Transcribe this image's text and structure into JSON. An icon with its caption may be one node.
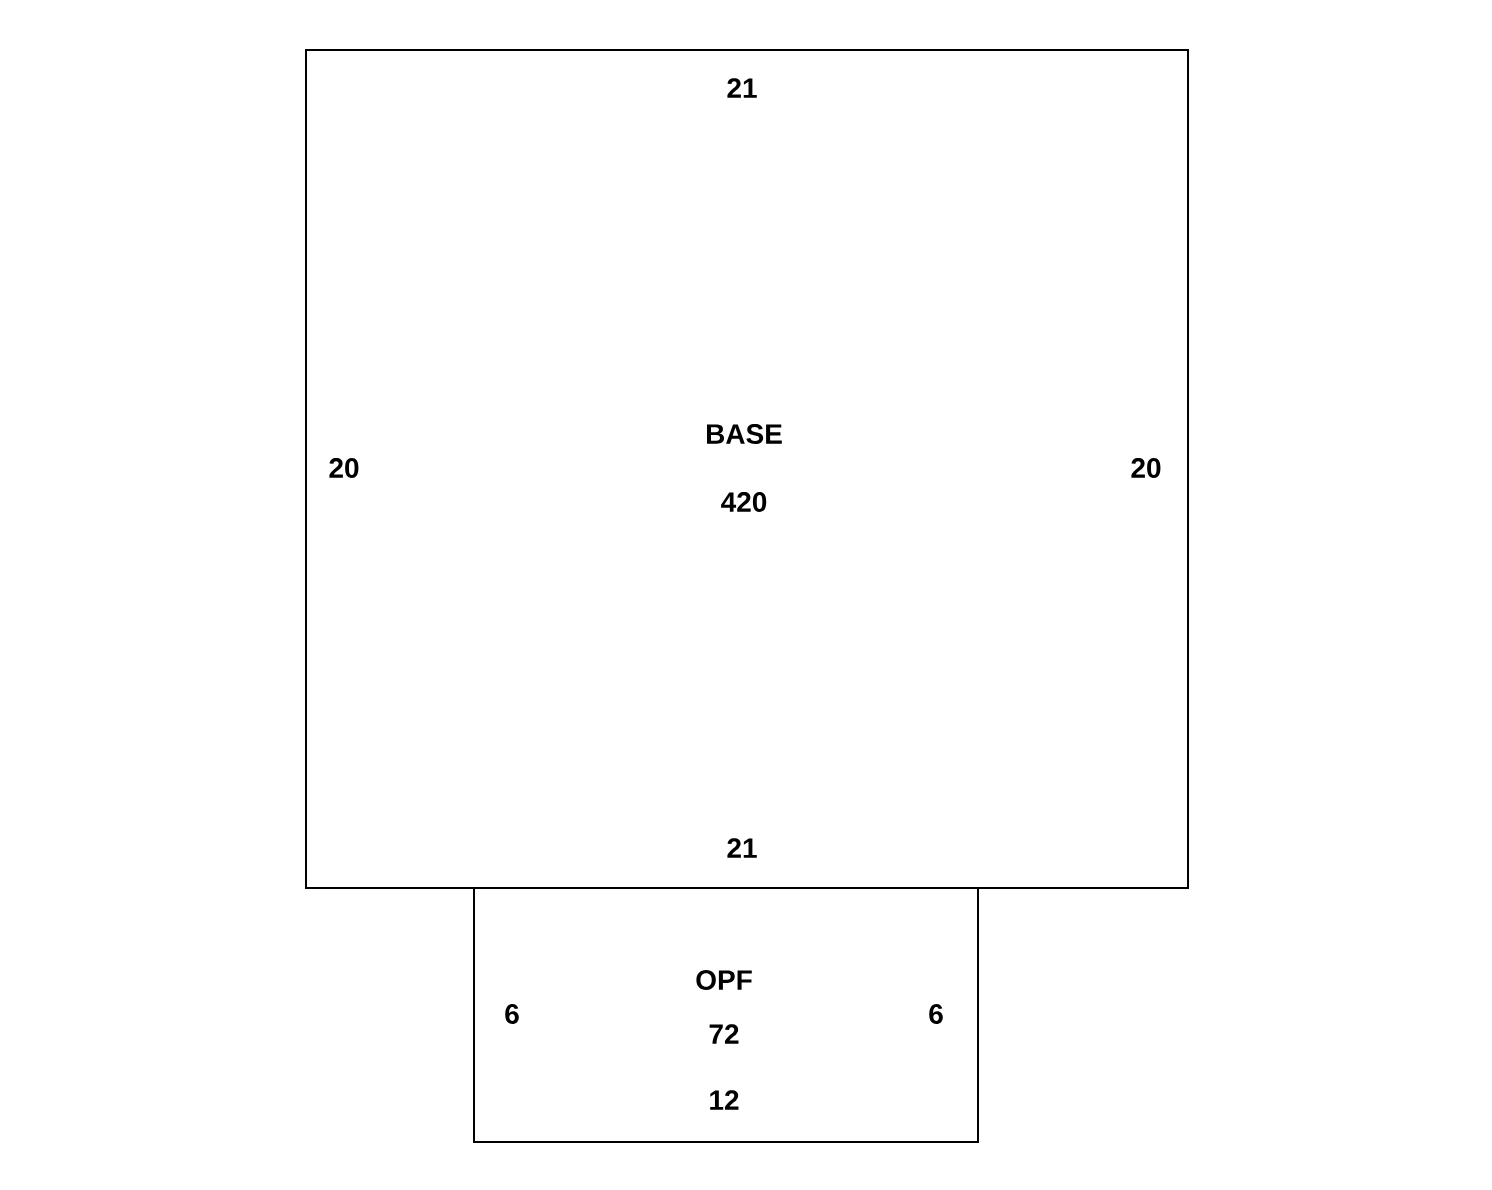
{
  "diagram": {
    "nodes": [
      {
        "text": [
          "BASE",
          "420"
        ]
      },
      {
        "text": [
          "OPF",
          "72"
        ]
      }
    ],
    "labels": [
      "21",
      "20",
      "20",
      "21",
      "6",
      "6",
      "12"
    ]
  }
}
